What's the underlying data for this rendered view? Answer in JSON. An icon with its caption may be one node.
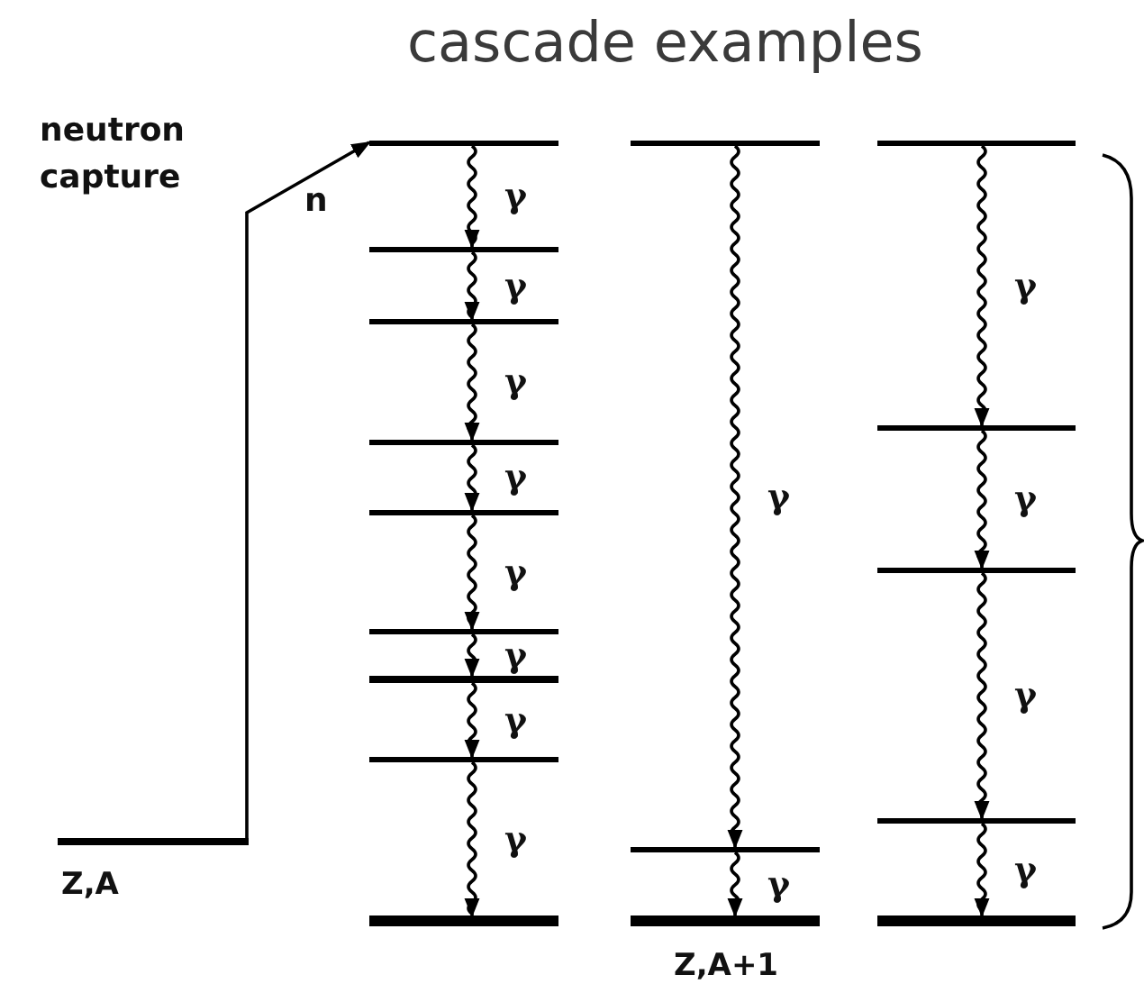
{
  "diagram": {
    "title": "cascade examples",
    "nodes": [
      {
        "text": [
          "Z,A"
        ]
      },
      {
        "text": [],
        "shape": "bar"
      },
      {
        "text": [],
        "shape": "bar"
      },
      {
        "text": [],
        "shape": "bar"
      },
      {
        "text": [],
        "shape": "bar"
      },
      {
        "text": [],
        "shape": "bar"
      },
      {
        "text": [],
        "shape": "bar"
      },
      {
        "text": [],
        "shape": "bar"
      },
      {
        "text": [],
        "shape": "bar"
      },
      {
        "text": [],
        "shape": "bar"
      },
      {
        "text": [],
        "shape": "bar"
      },
      {
        "text": [],
        "shape": "bar"
      },
      {
        "text": [
          "Z,A+1"
        ]
      },
      {
        "text": [],
        "shape": "bar"
      },
      {
        "text": [],
        "shape": "bar"
      },
      {
        "text": [],
        "shape": "bar"
      },
      {
        "text": [],
        "shape": "bar"
      },
      {
        "text": [],
        "shape": "bar"
      }
    ],
    "edges": [
      {
        "from": 0,
        "to": 1,
        "arrow": "to",
        "label": "n"
      },
      {
        "from": 1,
        "to": 2,
        "arrow": "to",
        "label": "γ"
      },
      {
        "from": 2,
        "to": 3,
        "arrow": "to",
        "label": "γ"
      },
      {
        "from": 3,
        "to": 4,
        "arrow": "to",
        "label": "γ"
      },
      {
        "from": 4,
        "to": 5,
        "arrow": "to",
        "label": "γ"
      },
      {
        "from": 5,
        "to": 6,
        "arrow": "to",
        "label": "γ"
      },
      {
        "from": 6,
        "to": 7,
        "arrow": "to",
        "label": "γ"
      },
      {
        "from": 7,
        "to": 8,
        "arrow": "to",
        "label": "γ"
      },
      {
        "from": 8,
        "to": 9,
        "arrow": "to",
        "label": "γ"
      },
      {
        "from": 10,
        "to": 11,
        "arrow": "to",
        "label": "γ"
      },
      {
        "from": 11,
        "to": 12,
        "arrow": "to",
        "label": "γ"
      },
      {
        "from": 13,
        "to": 14,
        "arrow": "to",
        "label": "γ"
      },
      {
        "from": 14,
        "to": 15,
        "arrow": "to",
        "label": "γ"
      },
      {
        "from": 15,
        "to": 16,
        "arrow": "to",
        "label": "γ"
      },
      {
        "from": 16,
        "to": 17,
        "arrow": "to",
        "label": "γ"
      }
    ],
    "labels": [
      "neutron capture"
    ]
  }
}
